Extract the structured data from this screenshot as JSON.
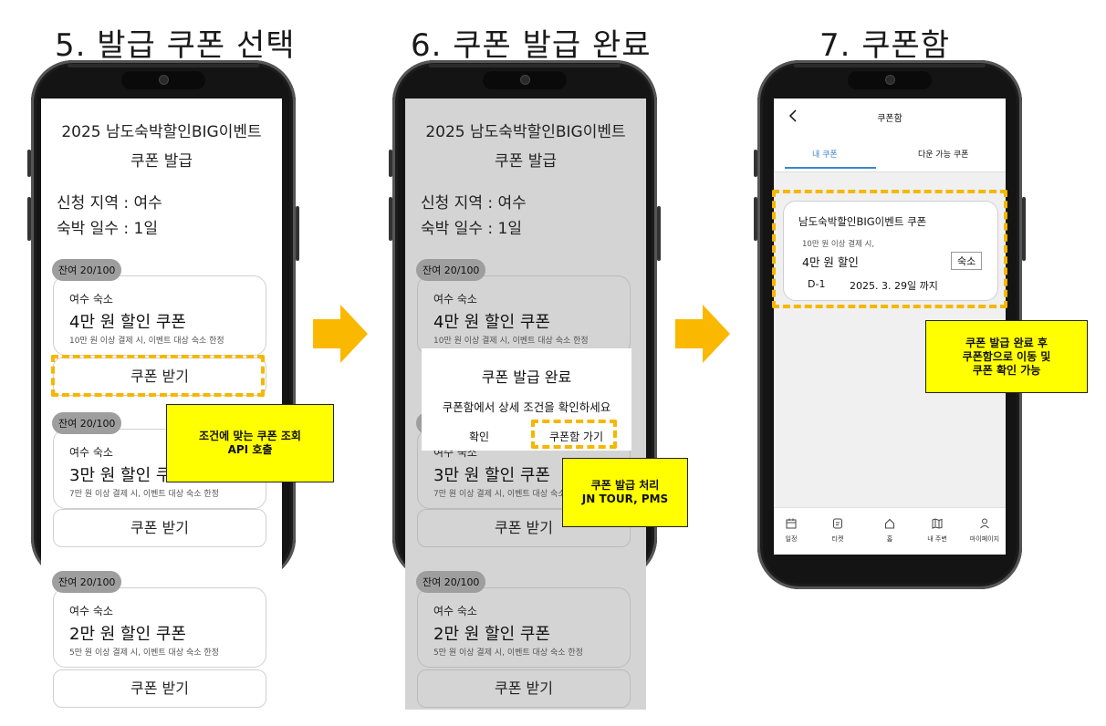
{
  "steps": {
    "s5": "5. 발급 쿠폰 선택",
    "s6": "6. 쿠폰 발급 완료",
    "s7": "7. 쿠폰함"
  },
  "coupon_page": {
    "title_line1": "2025 남도숙박할인BIG이벤트",
    "title_line2": "쿠폰 발급",
    "region": "신청 지역 : 여수",
    "nights": "숙박 일수 : 1일",
    "receive_label": "쿠폰 받기",
    "coupons": [
      {
        "remaining": "잔여 20/100",
        "area": "여수 숙소",
        "amount": "4만 원 할인 쿠폰",
        "condition": "10만 원 이상 결제 시, 이벤트 대상 숙소 한정"
      },
      {
        "remaining": "잔여 20/100",
        "area": "여수 숙소",
        "amount": "3만 원 할인 쿠폰",
        "condition": "7만 원 이상 결제 시, 이벤트 대상 숙소 한정"
      },
      {
        "remaining": "잔여 20/100",
        "area": "여수 숙소",
        "amount": "2만 원 할인 쿠폰",
        "condition": "5만 원 이상 결제 시, 이벤트 대상 숙소 한정"
      }
    ]
  },
  "dialog": {
    "title": "쿠폰 발급 완료",
    "message": "쿠폰함에서 상세 조건을 확인하세요",
    "confirm": "확인",
    "go_box": "쿠폰함 가기"
  },
  "coupon_box": {
    "header_title": "쿠폰함",
    "back_icon": "chevron-left-icon",
    "tabs": [
      "내 쿠폰",
      "다운 가능 쿠폰"
    ],
    "active_tab": "내 쿠폰",
    "card": {
      "name": "남도숙박할인BIG이벤트 쿠폰",
      "condition": "10만 원 이상 결제 시,",
      "amount": "4만 원 할인",
      "type_tag": "숙소",
      "dday": "D-1",
      "expiry": "2025. 3. 29일 까지"
    },
    "bottom_nav": [
      {
        "label": "일정",
        "icon": "calendar-icon"
      },
      {
        "label": "티켓",
        "icon": "ticket-icon"
      },
      {
        "label": "홈",
        "icon": "home-icon"
      },
      {
        "label": "내 주변",
        "icon": "map-icon"
      },
      {
        "label": "마이페이지",
        "icon": "person-icon"
      }
    ]
  },
  "notes": {
    "n1_line1": "조건에 맞는 쿠폰 조회",
    "n1_line2": "API 호출",
    "n2_line1": "쿠폰 발급 처리",
    "n2_line2": "JN TOUR, PMS",
    "n3_line1": "쿠폰 발급 완료 후",
    "n3_line2": "쿠폰함으로 이동 및",
    "n3_line3": "쿠폰 확인 가능"
  },
  "colors": {
    "accent_dash": "#f5b700",
    "note_bg": "#ffff00",
    "tab_active": "#3a86c8",
    "arrow": "#fbb800"
  }
}
